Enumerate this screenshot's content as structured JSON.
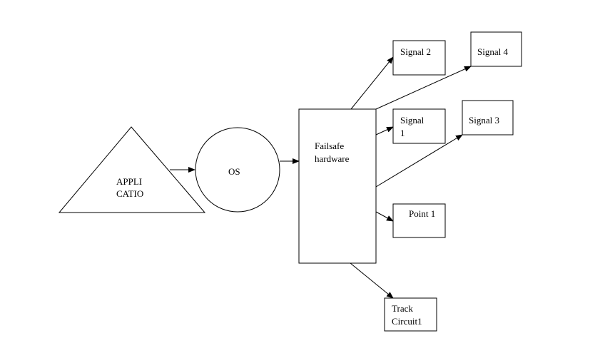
{
  "diagram": {
    "type": "block-diagram",
    "nodes": {
      "application": {
        "shape": "triangle",
        "lines": [
          "APPLI",
          "CATIO"
        ]
      },
      "os": {
        "shape": "circle",
        "lines": [
          "OS"
        ]
      },
      "failsafe": {
        "shape": "rectangle",
        "lines": [
          "Failsafe",
          "hardware"
        ]
      },
      "signal2": {
        "shape": "rectangle",
        "lines": [
          "Signal 2"
        ]
      },
      "signal4": {
        "shape": "rectangle",
        "lines": [
          "Signal 4"
        ]
      },
      "signal1": {
        "shape": "rectangle",
        "lines": [
          "Signal",
          "1"
        ]
      },
      "signal3": {
        "shape": "rectangle",
        "lines": [
          "Signal 3"
        ]
      },
      "point1": {
        "shape": "rectangle",
        "lines": [
          "Point 1"
        ]
      },
      "track_circuit1": {
        "shape": "rectangle",
        "lines": [
          "Track",
          "Circuit1"
        ]
      }
    },
    "edges": [
      {
        "from": "application",
        "to": "os"
      },
      {
        "from": "os",
        "to": "failsafe"
      },
      {
        "from": "failsafe",
        "to": "signal2"
      },
      {
        "from": "failsafe",
        "to": "signal4"
      },
      {
        "from": "failsafe",
        "to": "signal1"
      },
      {
        "from": "failsafe",
        "to": "signal3"
      },
      {
        "from": "failsafe",
        "to": "point1"
      },
      {
        "from": "failsafe",
        "to": "track_circuit1"
      }
    ],
    "colors": {
      "stroke": "#000000",
      "background": "#ffffff"
    }
  }
}
